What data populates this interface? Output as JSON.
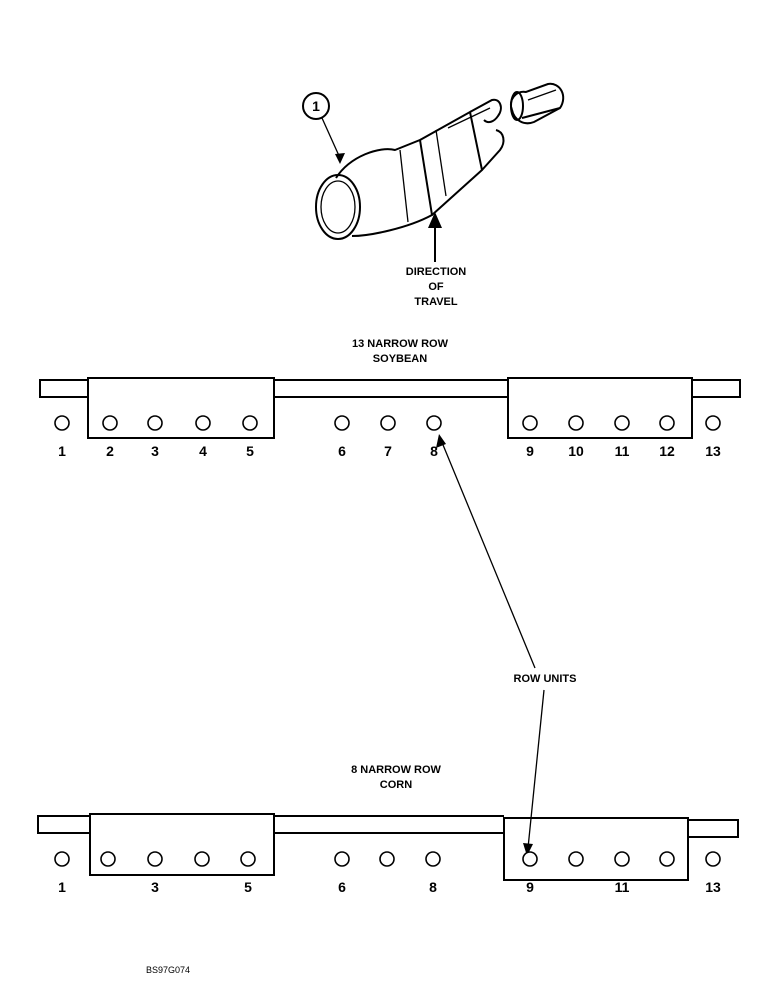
{
  "callout": "1",
  "direction_label": [
    "DIRECTION",
    "OF",
    "TRAVEL"
  ],
  "soybean_title": [
    "13 NARROW ROW",
    "SOYBEAN"
  ],
  "soybean_row_numbers": [
    "1",
    "2",
    "3",
    "4",
    "5",
    "6",
    "7",
    "8",
    "9",
    "10",
    "11",
    "12",
    "13"
  ],
  "row_units_label": "ROW UNITS",
  "corn_title": [
    "8 NARROW ROW",
    "CORN"
  ],
  "corn_row_numbers": [
    "1",
    "3",
    "5",
    "6",
    "8",
    "9",
    "11",
    "13"
  ],
  "figure_code": "BS97G074"
}
